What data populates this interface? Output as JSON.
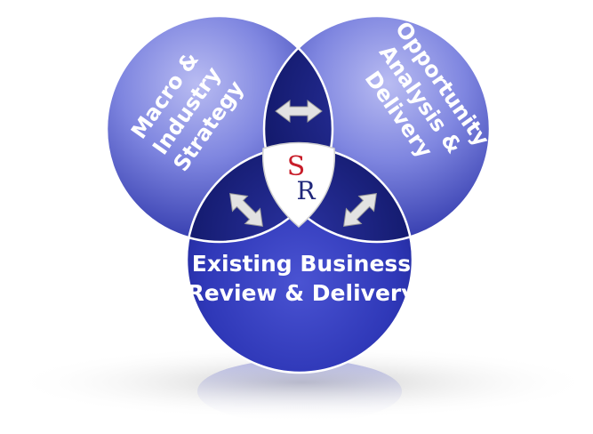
{
  "diagram": {
    "circles": {
      "left": {
        "line1": "Macro &",
        "line2": "Industry",
        "line3": "Strategy"
      },
      "right": {
        "line1": "Opportunity",
        "line2": "Analysis &",
        "line3": "Delivery"
      },
      "bottom": {
        "line1": "Existing Business",
        "line2": "Review & Delivery"
      }
    },
    "logo": {
      "letter_top": "S",
      "letter_bottom": "R"
    },
    "colors": {
      "circle_light": "#8d92e6",
      "circle_mid": "#3f48c2",
      "circle_dark": "#1c2180",
      "overlap_dark": "#0d1463",
      "arrow_fill": "#e2e2e2",
      "logo_s": "#c81e2a",
      "logo_r": "#20277a"
    },
    "icons": [
      "double-arrow-horizontal-icon",
      "double-arrow-diagonal-icon",
      "shield-logo-icon"
    ]
  }
}
